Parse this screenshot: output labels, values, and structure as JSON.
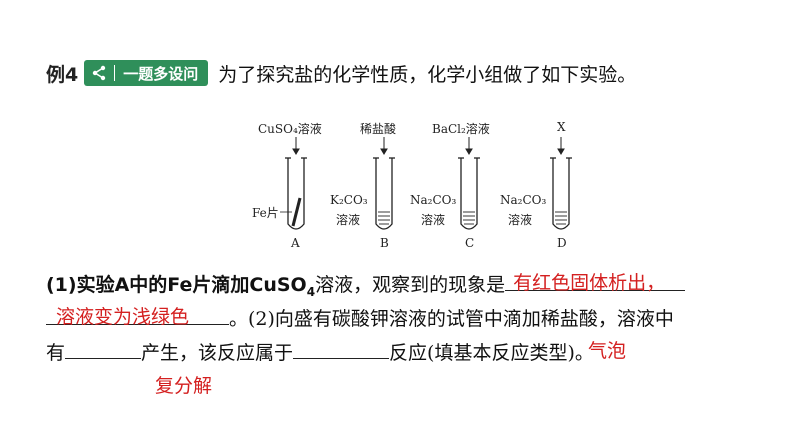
{
  "header": {
    "example_label": "例4",
    "badge_text": "一题多设问",
    "intro": "为了探究盐的化学性质，化学小组做了如下实验。"
  },
  "diagram": {
    "reagents_top": [
      "CuSO₄溶液",
      "稀盐酸",
      "BaCl₂溶液",
      "X"
    ],
    "tube_contents": [
      {
        "line1": "Fe片",
        "line2": ""
      },
      {
        "line1": "K₂CO₃",
        "line2": "溶液"
      },
      {
        "line1": "Na₂CO₃",
        "line2": "溶液"
      },
      {
        "line1": "Na₂CO₃",
        "line2": "溶液"
      }
    ],
    "tube_labels": [
      "A",
      "B",
      "C",
      "D"
    ]
  },
  "question": {
    "q1_prefix": "(1)实验A中的Fe片滴加CuSO",
    "q1_sub": "4",
    "q1_mid": "溶液，观察到的现象是",
    "answer1_part1": "有红色固体析出，",
    "answer1_part2": "溶液变为浅绿色",
    "q2_prefix": "。(2)向盛有碳酸钾溶液的试管中滴加稀盐酸，溶液中",
    "q2_line3_a": "有",
    "q2_line3_b": "产生，该反应属于",
    "q2_line3_c": "反应(填基本反应类型)。",
    "answer2": "气泡",
    "answer3": "复分解"
  },
  "colors": {
    "badge_green": "#2f8f5a",
    "answer_red": "#d42020"
  }
}
